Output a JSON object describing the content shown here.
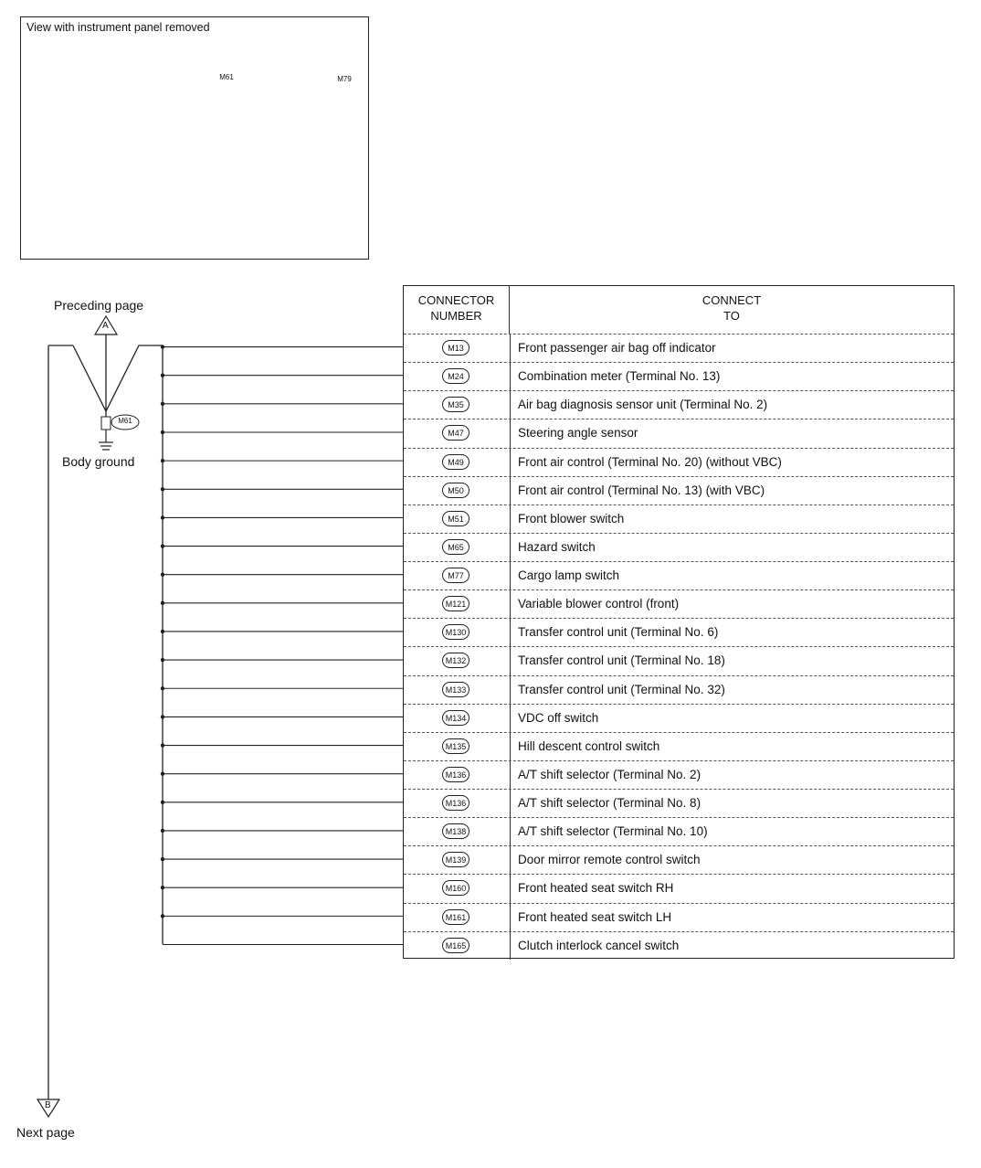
{
  "illustration": {
    "title": "View with instrument panel removed",
    "callouts": [
      "M61",
      "M79"
    ]
  },
  "left": {
    "preceding_label": "Preceding page",
    "connector_a": "A",
    "ground_connector": "M61",
    "ground_label": "Body ground",
    "connector_b": "B",
    "next_label": "Next page"
  },
  "table": {
    "header_number": "CONNECTOR\nNUMBER",
    "header_to": "CONNECT\nTO",
    "rows": [
      {
        "connector": "M13",
        "to": "Front passenger air bag off indicator"
      },
      {
        "connector": "M24",
        "to": "Combination meter (Terminal No. 13)"
      },
      {
        "connector": "M35",
        "to": "Air bag diagnosis sensor unit (Terminal No. 2)"
      },
      {
        "connector": "M47",
        "to": "Steering angle sensor"
      },
      {
        "connector": "M49",
        "to": "Front air control (Terminal No. 20) (without VBC)"
      },
      {
        "connector": "M50",
        "to": "Front air control (Terminal No. 13) (with VBC)"
      },
      {
        "connector": "M51",
        "to": "Front blower switch"
      },
      {
        "connector": "M65",
        "to": "Hazard switch"
      },
      {
        "connector": "M77",
        "to": "Cargo lamp switch"
      },
      {
        "connector": "M121",
        "to": "Variable blower control (front)"
      },
      {
        "connector": "M130",
        "to": "Transfer control unit (Terminal No. 6)"
      },
      {
        "connector": "M132",
        "to": "Transfer control unit (Terminal No. 18)"
      },
      {
        "connector": "M133",
        "to": "Transfer control unit (Terminal No. 32)"
      },
      {
        "connector": "M134",
        "to": "VDC off switch"
      },
      {
        "connector": "M135",
        "to": "Hill descent control switch"
      },
      {
        "connector": "M136",
        "to": "A/T shift selector (Terminal No. 2)"
      },
      {
        "connector": "M136",
        "to": "A/T shift selector (Terminal No. 8)"
      },
      {
        "connector": "M138",
        "to": "A/T shift selector (Terminal No. 10)"
      },
      {
        "connector": "M139",
        "to": "Door mirror remote control switch"
      },
      {
        "connector": "M160",
        "to": "Front heated seat switch RH"
      },
      {
        "connector": "M161",
        "to": "Front heated seat switch LH"
      },
      {
        "connector": "M165",
        "to": "Clutch interlock cancel switch"
      }
    ]
  }
}
